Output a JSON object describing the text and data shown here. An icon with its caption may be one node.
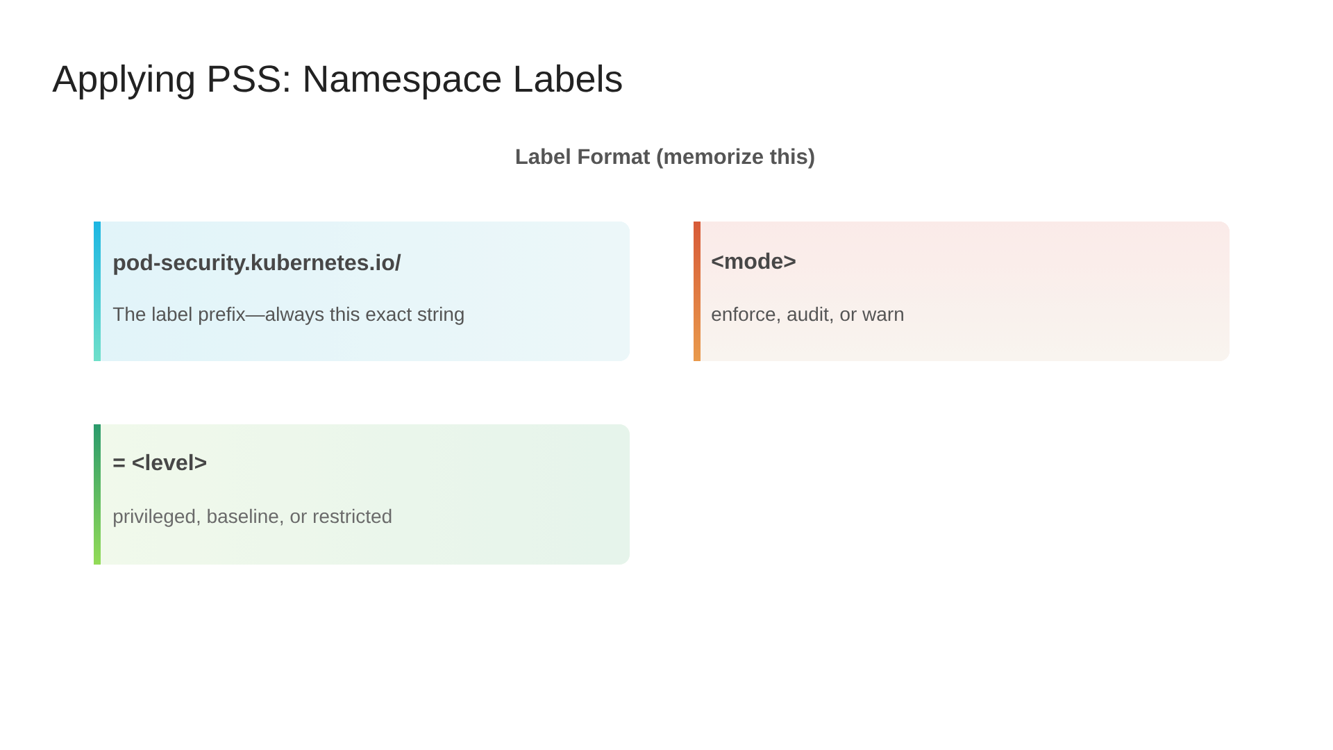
{
  "diagram": {
    "title": "Applying PSS: Namespace Labels",
    "nodes": [
      {
        "text": [
          "pod-security.kubernetes.io/",
          "The label prefix—always this exact string"
        ]
      },
      {
        "text": [
          "<mode>",
          "enforce, audit, or warn"
        ]
      },
      {
        "text": [
          "= <level>",
          "privileged, baseline, or restricted"
        ]
      }
    ],
    "labels": [
      "Label Format (memorize this)"
    ]
  }
}
